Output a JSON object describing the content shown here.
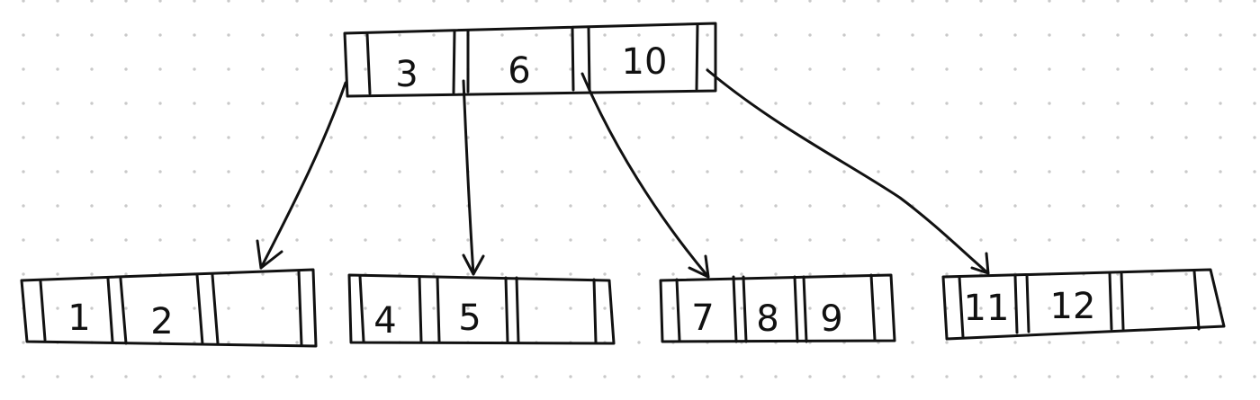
{
  "tree": {
    "root": {
      "keys": [
        "3",
        "6",
        "10"
      ]
    },
    "children": [
      {
        "keys": [
          "1",
          "2"
        ]
      },
      {
        "keys": [
          "4",
          "5"
        ]
      },
      {
        "keys": [
          "7",
          "8",
          "9"
        ]
      },
      {
        "keys": [
          "11",
          "12"
        ]
      }
    ]
  }
}
